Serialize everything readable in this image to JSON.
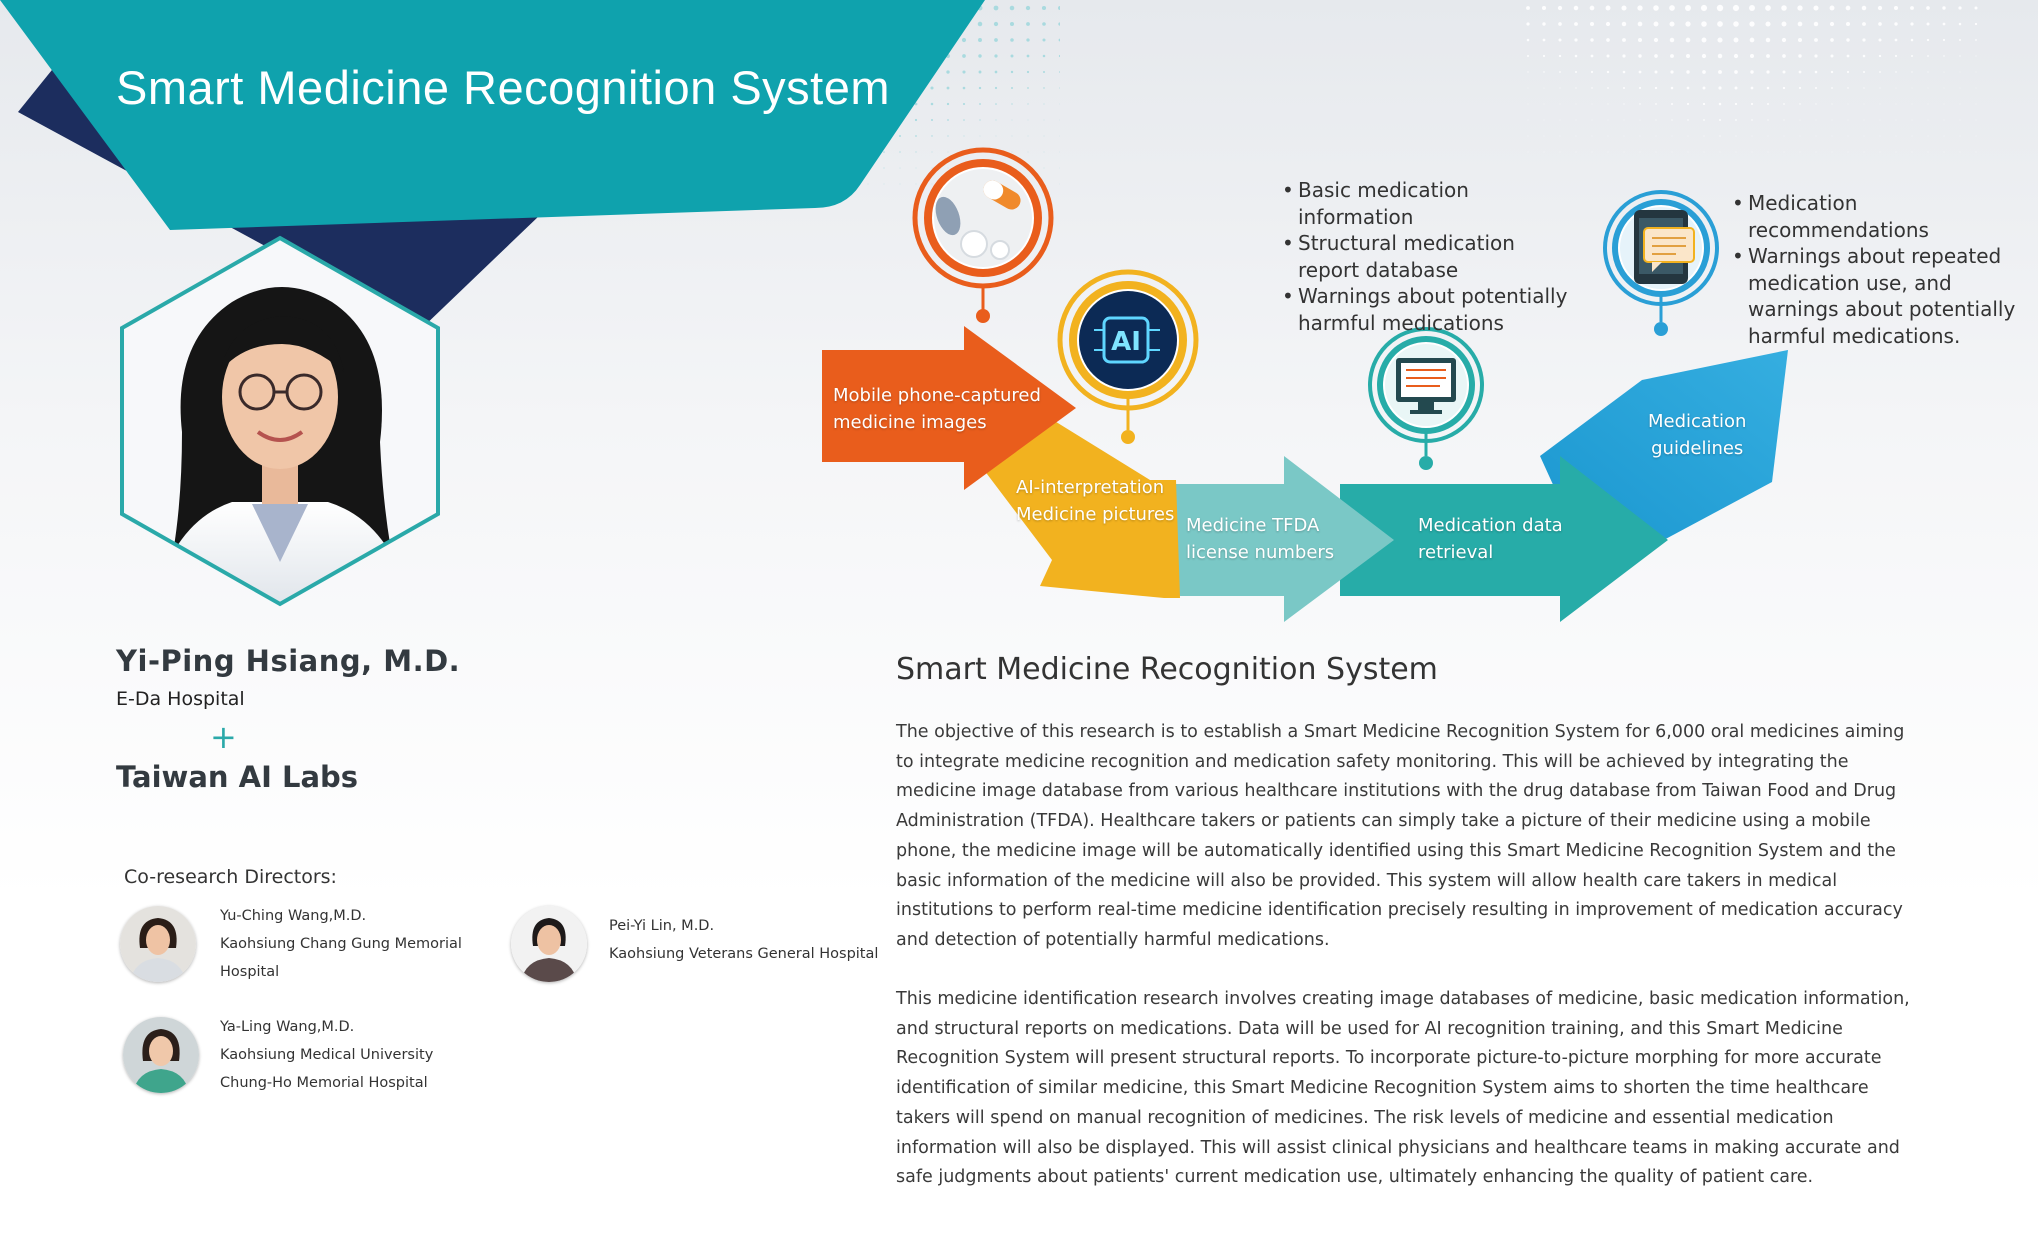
{
  "banner": {
    "title": "Smart Medicine Recognition System"
  },
  "person": {
    "name": "Yi-Ping Hsiang, M.D.",
    "hospital": "E-Da Hospital",
    "plus": "+",
    "partner": "Taiwan AI Labs"
  },
  "co_directors": {
    "heading": "Co-research Directors:",
    "items": [
      {
        "name": "Yu-Ching Wang,M.D.",
        "line1": "Kaohsiung Chang Gung Memorial",
        "line2": "Hospital"
      },
      {
        "name": "Pei-Yi Lin, M.D.",
        "line1": "Kaohsiung Veterans General Hospital",
        "line2": ""
      },
      {
        "name": "Ya-Ling Wang,M.D.",
        "line1": "Kaohsiung Medical University",
        "line2": "Chung-Ho Memorial Hospital"
      }
    ]
  },
  "flow": {
    "steps": [
      {
        "line1": "Mobile phone-captured",
        "line2": "medicine images",
        "color": "#e95d1c"
      },
      {
        "line1": "AI-interpretation",
        "line2": "Medicine pictures",
        "color": "#f2b21f"
      },
      {
        "line1": "Medicine TFDA",
        "line2": "license numbers",
        "color": "#7ac8c6"
      },
      {
        "line1": "Medication data",
        "line2": "retrieval",
        "color": "#27aca8"
      },
      {
        "line1": "Medication",
        "line2": "guidelines",
        "color": "#2a9fd6"
      }
    ],
    "icons": [
      "pills-icon",
      "ai-chip-icon",
      "computer-report-icon",
      "tablet-chat-icon"
    ],
    "bullets_left": [
      "Basic medication information",
      "Structural medication report database",
      "Warnings about potentially harmful medications"
    ],
    "bullets_right": [
      "Medication recommendations",
      "Warnings about repeated medication use, and warnings about potentially harmful medications."
    ]
  },
  "content": {
    "heading": "Smart Medicine Recognition System",
    "paragraph1": "The objective of this research is to establish a Smart Medicine Recognition System for 6,000 oral medicines aiming to integrate medicine recognition and medication safety monitoring. This will be achieved by integrating the medicine image database from various healthcare institutions with the drug database from Taiwan Food and Drug Administration (TFDA). Healthcare takers or patients can simply take a picture of their medicine using a mobile phone, the medicine image will be automatically identified using this Smart Medicine Recognition System and the basic information of the medicine will also be provided. This system will allow health care takers in medical institutions to perform real-time medicine identification precisely resulting in improvement of medication accuracy and detection of potentially harmful medications.",
    "paragraph2": "This medicine identification research involves creating image databases of medicine, basic medication information, and structural reports on medications. Data will be used for AI recognition training, and this Smart Medicine Recognition System will present structural reports. To incorporate picture-to-picture morphing for more accurate identification of similar medicine, this Smart Medicine Recognition System aims to shorten the time healthcare takers will spend on manual recognition of medicines. The risk levels of medicine and essential medication information will also be displayed. This will assist clinical physicians and healthcare teams in making accurate and safe judgments about patients' current medication use, ultimately enhancing the quality of patient care."
  },
  "colors": {
    "teal": "#0fa2ad",
    "navy": "#1c2d5e",
    "orange": "#e95d1c",
    "yellow": "#f2b21f",
    "light_teal": "#7ac8c6",
    "teal_dark": "#27aca8",
    "blue": "#2a9fd6"
  }
}
